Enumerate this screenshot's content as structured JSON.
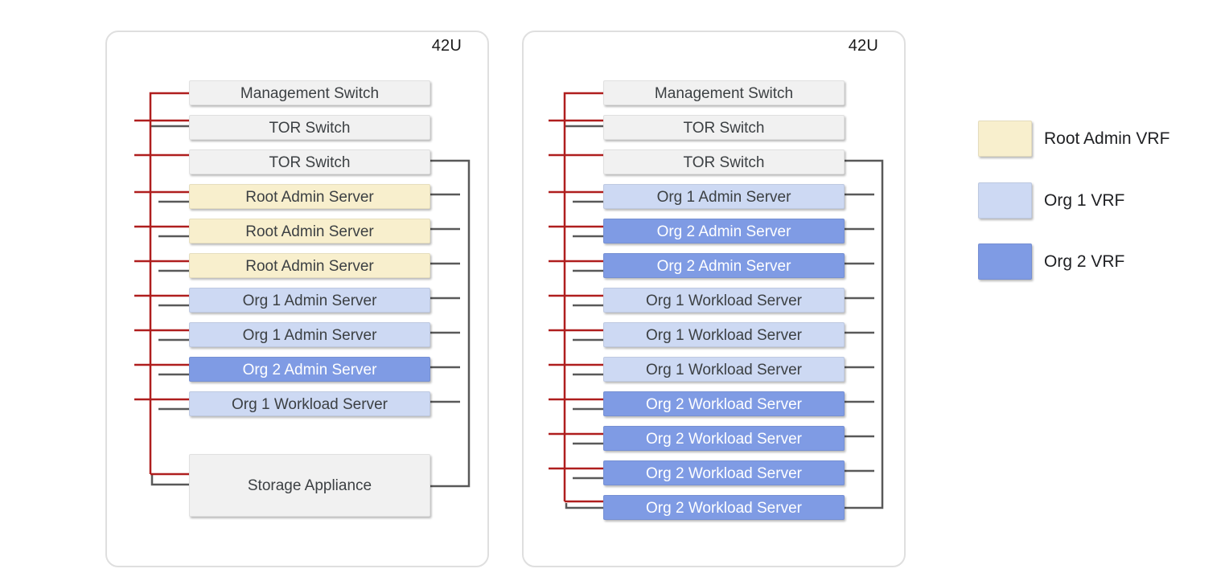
{
  "colors": {
    "root_admin_vrf": "#F8EFCD",
    "org1_vrf": "#CDD9F3",
    "org2_vrf": "#7F9BE4",
    "device_gray": "#F1F1F1",
    "mgmt_network_red": "#AF1E1E",
    "data_network_gray": "#595959"
  },
  "racks": [
    {
      "capacity_label": "42U",
      "units": [
        {
          "label": "Management Switch",
          "kind": "switch",
          "vrf": "none"
        },
        {
          "label": "TOR Switch",
          "kind": "switch",
          "vrf": "none"
        },
        {
          "label": "TOR Switch",
          "kind": "switch",
          "vrf": "none"
        },
        {
          "label": "Root Admin Server",
          "kind": "server",
          "vrf": "Root Admin VRF"
        },
        {
          "label": "Root Admin Server",
          "kind": "server",
          "vrf": "Root Admin VRF"
        },
        {
          "label": "Root Admin Server",
          "kind": "server",
          "vrf": "Root Admin VRF"
        },
        {
          "label": "Org 1 Admin Server",
          "kind": "server",
          "vrf": "Org 1 VRF"
        },
        {
          "label": "Org 1 Admin Server",
          "kind": "server",
          "vrf": "Org 1 VRF"
        },
        {
          "label": "Org 2 Admin Server",
          "kind": "server",
          "vrf": "Org 2 VRF"
        },
        {
          "label": "Org 1 Workload Server",
          "kind": "server",
          "vrf": "Org 1 VRF"
        },
        {
          "label": "Storage Appliance",
          "kind": "storage",
          "vrf": "none"
        }
      ]
    },
    {
      "capacity_label": "42U",
      "units": [
        {
          "label": "Management Switch",
          "kind": "switch",
          "vrf": "none"
        },
        {
          "label": "TOR Switch",
          "kind": "switch",
          "vrf": "none"
        },
        {
          "label": "TOR Switch",
          "kind": "switch",
          "vrf": "none"
        },
        {
          "label": "Org 1 Admin Server",
          "kind": "server",
          "vrf": "Org 1 VRF"
        },
        {
          "label": "Org 2 Admin Server",
          "kind": "server",
          "vrf": "Org 2 VRF"
        },
        {
          "label": "Org 2 Admin Server",
          "kind": "server",
          "vrf": "Org 2 VRF"
        },
        {
          "label": "Org 1 Workload Server",
          "kind": "server",
          "vrf": "Org 1 VRF"
        },
        {
          "label": "Org 1 Workload Server",
          "kind": "server",
          "vrf": "Org 1 VRF"
        },
        {
          "label": "Org 1 Workload Server",
          "kind": "server",
          "vrf": "Org 1 VRF"
        },
        {
          "label": "Org 2 Workload Server",
          "kind": "server",
          "vrf": "Org 2 VRF"
        },
        {
          "label": "Org 2 Workload Server",
          "kind": "server",
          "vrf": "Org 2 VRF"
        },
        {
          "label": "Org 2 Workload Server",
          "kind": "server",
          "vrf": "Org 2 VRF"
        },
        {
          "label": "Org 2 Workload Server",
          "kind": "server",
          "vrf": "Org 2 VRF"
        }
      ]
    }
  ],
  "legend": {
    "items": [
      {
        "label": "Root Admin VRF"
      },
      {
        "label": "Org 1 VRF"
      },
      {
        "label": "Org 2 VRF"
      }
    ]
  }
}
